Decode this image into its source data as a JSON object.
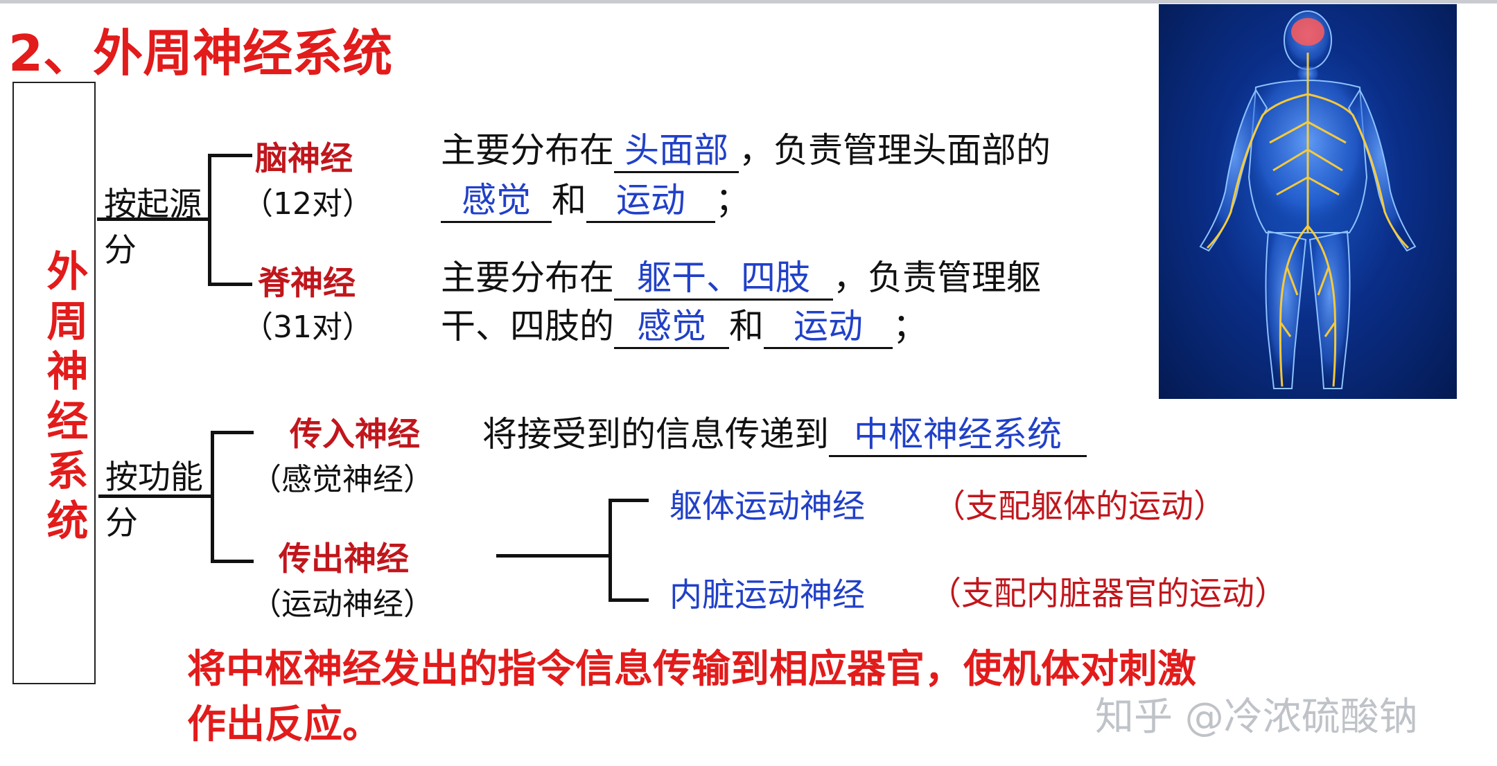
{
  "title": "2、外周神经系统",
  "side_label": "外周神经系统",
  "by_origin": {
    "label_line1": "按起源",
    "label_line2": "分",
    "cranial": {
      "name": "脑神经",
      "count": "（12对）",
      "desc_part1": "主要分布在",
      "blank1": "头面部",
      "desc_part2": "，负责管理头面部的",
      "blank2": "感觉",
      "and": "和",
      "blank3": "运动",
      "end": "；"
    },
    "spinal": {
      "name": "脊神经",
      "count": "（31对）",
      "desc_part1": "主要分布在",
      "blank1": "躯干、四肢",
      "desc_part2": "，负责管理躯",
      "desc_part3": "干、四肢的",
      "blank2": "感觉",
      "and": "和",
      "blank3": "运动",
      "end": "；"
    }
  },
  "by_function": {
    "label_line1": "按功能",
    "label_line2": "分",
    "afferent": {
      "name": "传入神经",
      "alias": "（感觉神经）",
      "desc": "将接受到的信息传递到",
      "blank": "中枢神经系统"
    },
    "efferent": {
      "name": "传出神经",
      "alias": "（运动神经）",
      "somatic": {
        "name": "躯体运动神经",
        "desc": "（支配躯体的运动）"
      },
      "visceral": {
        "name": "内脏运动神经",
        "desc": "（支配内脏器官的运动）"
      }
    },
    "efferent_function_line1": "将中枢神经发出的指令信息传输到相应器官，使机体对刺激",
    "efferent_function_line2": "作出反应。"
  },
  "watermark": "知乎 @冷浓硫酸钠",
  "colors": {
    "title_red": "#e21b1b",
    "dark_red": "#c0161c",
    "blue": "#2140c8"
  },
  "image": {
    "subject": "human-nervous-system-illustration"
  }
}
